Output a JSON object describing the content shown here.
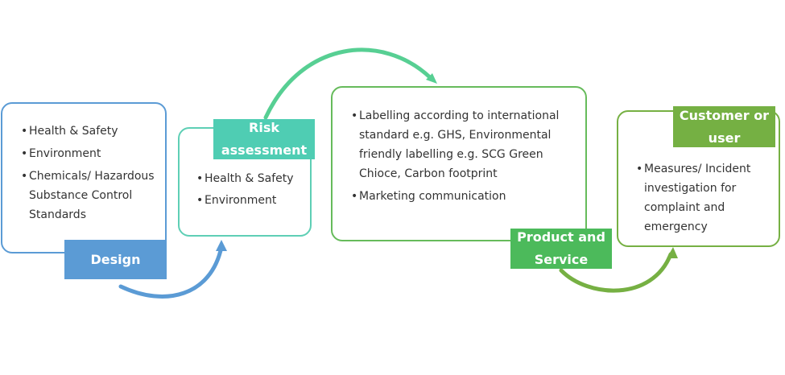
{
  "colors": {
    "design": "#5b9bd5",
    "risk": "#5ecfb5",
    "product": "#66bb5b",
    "customer": "#76b043"
  },
  "stages": [
    {
      "label": "Design",
      "items": [
        "Health & Safety",
        "Environment",
        "Chemicals/ Hazardous Substance Control Standards"
      ]
    },
    {
      "label": "Risk assessment",
      "items": [
        "Health & Safety",
        "Environment"
      ]
    },
    {
      "label": "Product and Service",
      "items": [
        "Labelling according to international standard e.g. GHS, Environmental friendly labelling e.g. SCG Green Chioce, Carbon footprint",
        "Marketing communication"
      ]
    },
    {
      "label": "Customer or user",
      "items": [
        "Measures/ Incident investigation for complaint and emergency"
      ]
    }
  ]
}
